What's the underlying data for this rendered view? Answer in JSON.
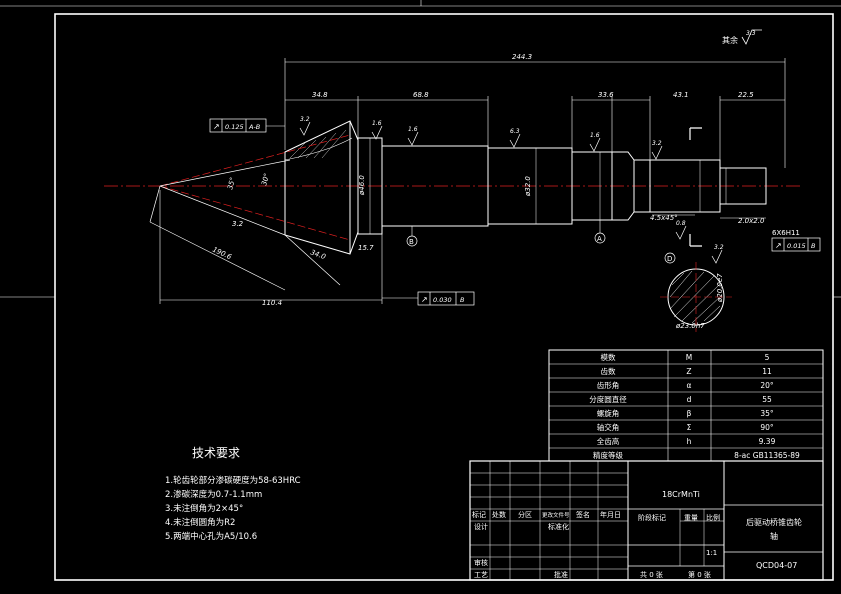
{
  "drawing": {
    "roughness_general": "3.3",
    "roughness_general_note": "其余",
    "dimensions": {
      "overall_length": "244.3",
      "d_34_8": "34.8",
      "d_68_8": "68.8",
      "d_33_6": "33.6",
      "d_43_1": "43.1",
      "d_22_5": "22.5",
      "d_110_4": "110.4",
      "d_190_6": "190.6",
      "d_34_0": "34.0",
      "d_15_7": "15.7",
      "chamfer": "4.5x45°",
      "chamfer_end": "2.0x2.0",
      "dia_section_b": "ø23.0h7",
      "dia_section_c": "ø20.0e7",
      "dia_main": "ø32.0",
      "dia_bearing": "ø46.0",
      "angle_1": "35°",
      "angle_2": "30°",
      "dim_3_2": "3.2"
    },
    "roughness": [
      "3.2",
      "1.6",
      "1.6",
      "6.3",
      "1.6",
      "3.2",
      "0.8",
      "3.2"
    ],
    "tolerance_frames": {
      "top": {
        "symbol": "↗",
        "value": "0.125",
        "datum": "A-B"
      },
      "bottom": {
        "symbol": "↗",
        "value": "0.030",
        "datum": "B"
      },
      "right": {
        "symbol": "↗",
        "value": "0.015",
        "datum": "B"
      }
    },
    "datum_labels": [
      "B",
      "A"
    ],
    "spline_label": "6X6H11",
    "section_label": "D"
  },
  "tech_requirements": {
    "title": "技术要求",
    "items": [
      "1.轮齿轮部分渗碳硬度为58-63HRC",
      "2.渗碳深度为0.7-1.1mm",
      "3.未注倒角为2×45°",
      "4.未注倒圆角为R2",
      "5.两端中心孔为A5/10.6"
    ]
  },
  "param_table": {
    "rows": [
      [
        "模数",
        "M",
        "5"
      ],
      [
        "齿数",
        "Z",
        "11"
      ],
      [
        "齿形角",
        "α",
        "20°"
      ],
      [
        "分度圆直径",
        "d",
        "55"
      ],
      [
        "螺旋角",
        "β",
        "35°"
      ],
      [
        "轴交角",
        "Σ",
        "90°"
      ],
      [
        "全齿高",
        "h",
        "9.39"
      ],
      [
        "精度等级",
        "",
        "8-ac GB11365-89"
      ]
    ]
  },
  "title_block": {
    "material": "18CrMnTi",
    "part_name_1": "后驱动桥锥齿轮",
    "part_name_2": "轴",
    "code": "QCD04-07",
    "scale": "1:1",
    "labels": {
      "mark": "标记",
      "count": "处数",
      "zone": "分区",
      "change_doc": "更改文件号",
      "sign": "签名",
      "date": "年月日",
      "design": "设计",
      "standard": "标准化",
      "stage_mark": "阶段标记",
      "weight": "重量",
      "scale_label": "比例",
      "review": "审核",
      "process": "工艺",
      "approve": "批准",
      "total_sheets": "共 0 张",
      "sheet_no": "第 0 张"
    }
  }
}
